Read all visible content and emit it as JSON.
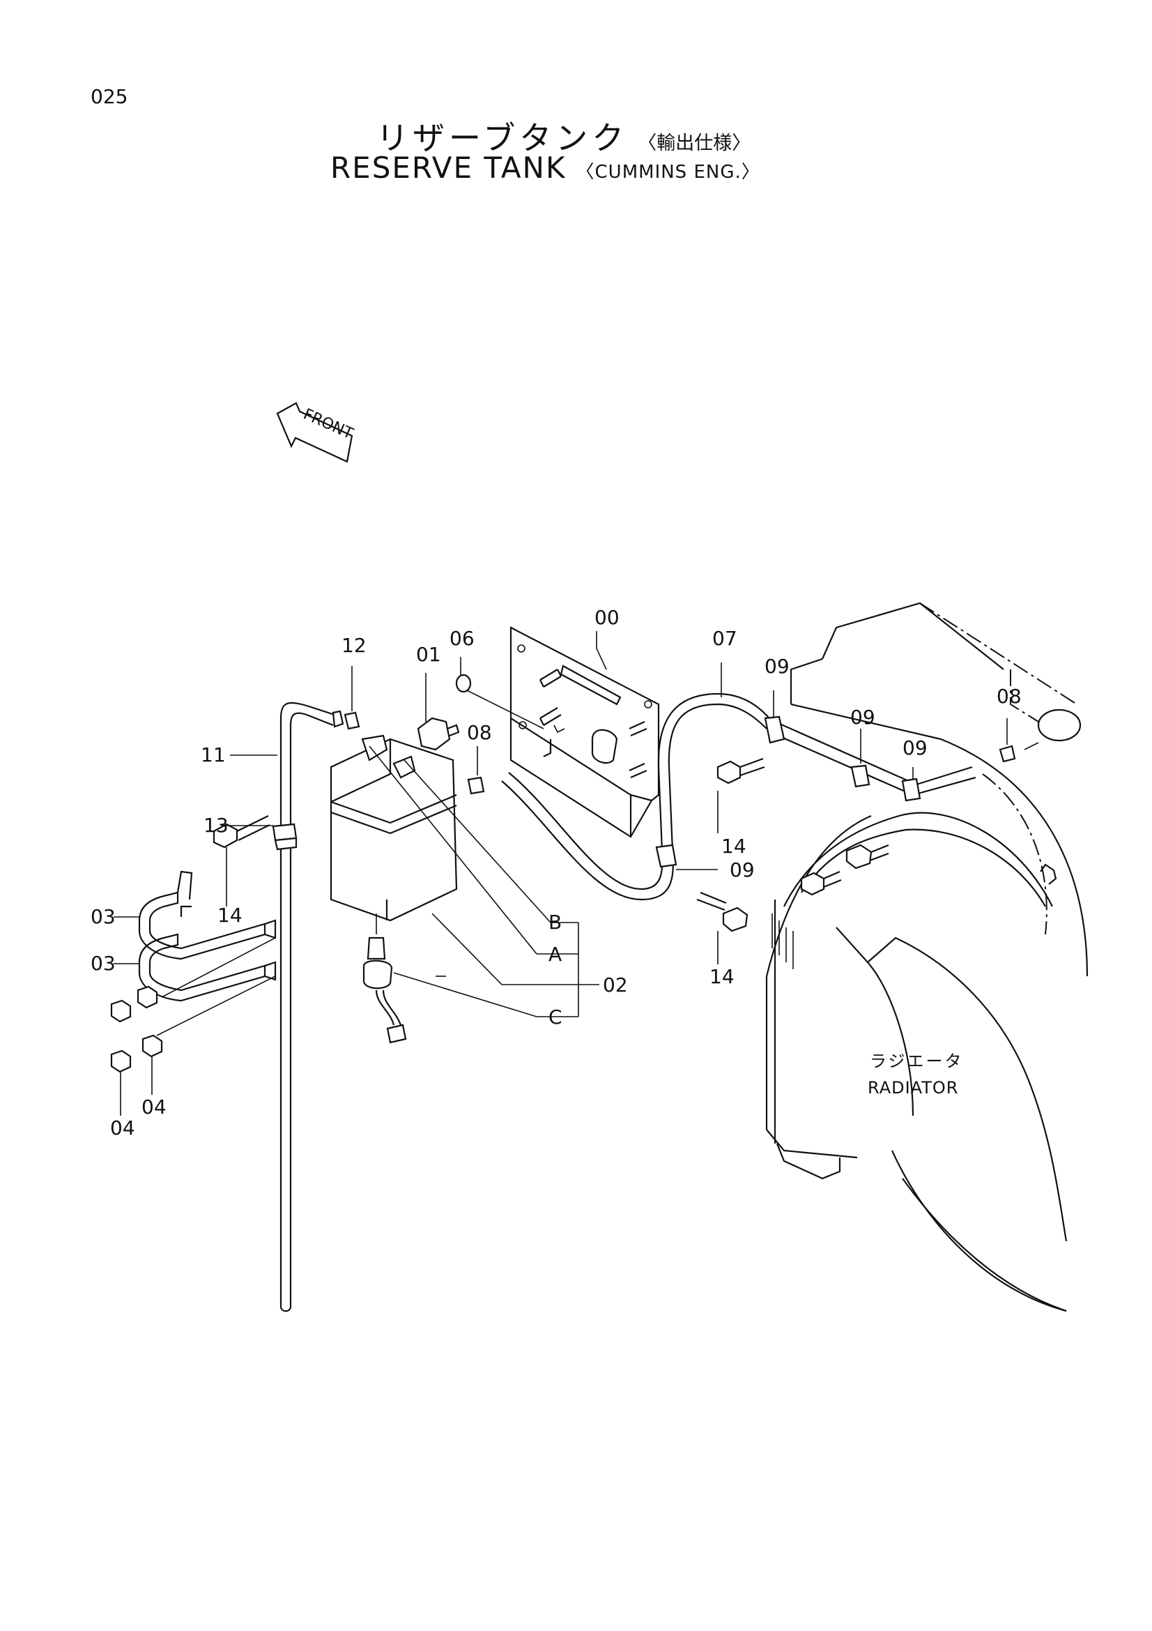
{
  "page_number": "025",
  "title_jp": "リザーブタンク",
  "title_jp_sub": "〈輸出仕様〉",
  "title_en": "RESERVE TANK",
  "title_en_sub": "〈CUMMINS ENG.〉",
  "front_label": "FRONT",
  "radiator_jp": "ラジエータ",
  "radiator_en": "RADIATOR",
  "callouts": {
    "c00": "00",
    "c01": "01",
    "c06": "06",
    "c12": "12",
    "c07": "07",
    "c09a": "09",
    "c09b": "09",
    "c09c": "09",
    "c09d": "09",
    "c08a": "08",
    "c08b": "08",
    "c11": "11",
    "c13": "13",
    "c14a": "14",
    "c14b": "14",
    "c14c": "14",
    "c03a": "03",
    "c03b": "03",
    "c04a": "04",
    "c04b": "04",
    "c02": "02",
    "cA": "A",
    "cB": "B",
    "cC": "C"
  }
}
